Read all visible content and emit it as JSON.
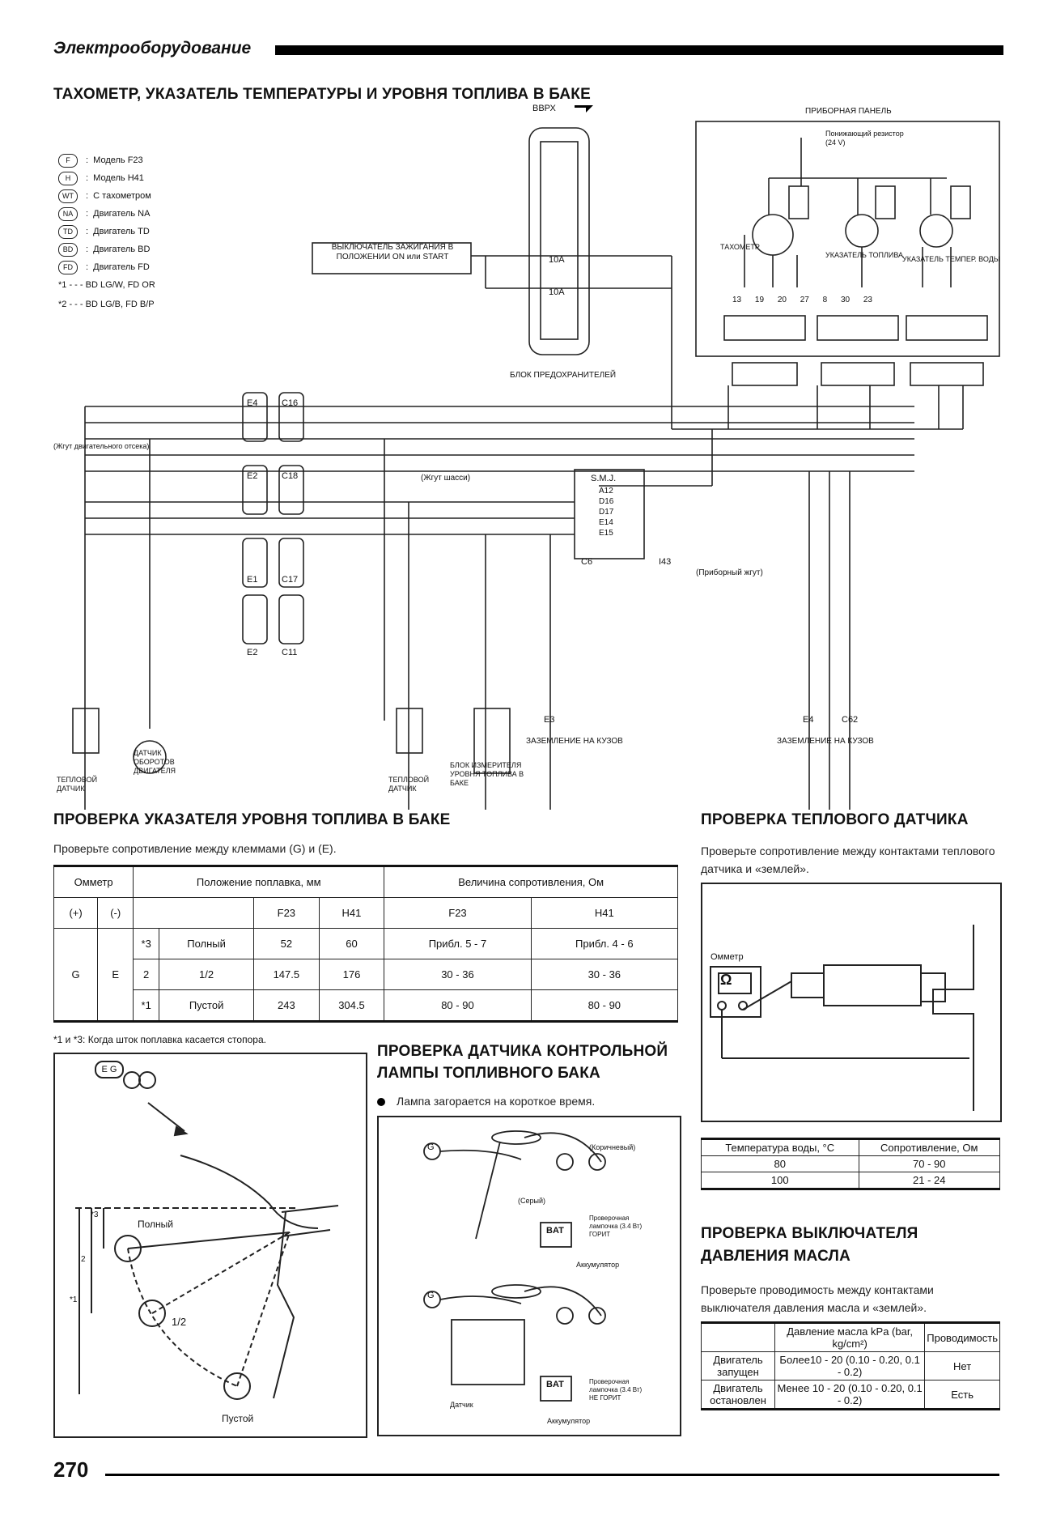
{
  "header": {
    "section": "Электрооборудование"
  },
  "diagram": {
    "title": "ТАХОМЕТР, УКАЗАТЕЛЬ ТЕМПЕРАТУРЫ И УРОВНЯ ТОПЛИВА В БАКЕ",
    "legend": [
      {
        "sym": "F",
        "text": "Модель F23"
      },
      {
        "sym": "H",
        "text": "Модель H41"
      },
      {
        "sym": "WT",
        "text": "С тахометром"
      },
      {
        "sym": "NA",
        "text": "Двигатель NA"
      },
      {
        "sym": "TD",
        "text": "Двигатель TD"
      },
      {
        "sym": "BD",
        "text": "Двигатель BD"
      },
      {
        "sym": "FD",
        "text": "Двигатель FD"
      }
    ],
    "legend_star1": "*1 - - -   BD  LG/W,  FD  OR",
    "legend_star2": "*2 - - -   BD  LG/B,  FD  B/P",
    "ignition_label": "ВЫКЛЮЧАТЕЛЬ ЗАЖИГАНИЯ В ПОЛОЖЕНИИ ON или START",
    "fuse_block": "БЛОК ПРЕДОХРАНИТЕЛЕЙ",
    "fuse1": "10А",
    "fuse2": "10А",
    "vvrkh": "ВВРХ",
    "instrument_panel": "ПРИБОРНАЯ ПАНЕЛЬ",
    "resistor": "Понижающий резистор (24 V)",
    "tacho": "ТАХОМЕТР",
    "fuel_gauge": "УКАЗАТЕЛЬ ТОПЛИВА",
    "temp_gauge": "УКАЗАТЕЛЬ ТЕМПЕР. ВОДЫ",
    "engine_harness": "(Жгут двигательного отсека)",
    "chassis_harness": "(Жгут шасси)",
    "instrument_harness": "(Приборный жгут)",
    "smj": "S.M.J.",
    "smj_pins": [
      "A12",
      "D16",
      "D17",
      "E14",
      "E15"
    ],
    "connectors": [
      "E4",
      "C16",
      "E2",
      "C18",
      "E1",
      "C17",
      "E2",
      "C11",
      "C6",
      "I43"
    ],
    "ground1": "ЗАЗЕМЛЕНИЕ НА КУЗОВ",
    "ground2": "ЗАЗЕМЛЕНИЕ НА КУЗОВ",
    "ground_conn1": "E3",
    "ground_conn2a": "E4",
    "ground_conn2b": "C62",
    "thermal_sensor1": "ТЕПЛОВОЙ ДАТЧИК",
    "rpm_sensor": "ДАТЧИК ОБОРОТОВ ДВИГАТЕЛЯ",
    "thermal_sensor2": "ТЕПЛОВОЙ ДАТЧИК",
    "fuel_unit": "БЛОК ИЗМЕРИТЕЛЯ УРОВНЯ ТОПЛИВА В БАКЕ",
    "pins_panel": [
      "13",
      "19",
      "20",
      "27",
      "8",
      "30",
      "23"
    ]
  },
  "fuel_check": {
    "title": "ПРОВЕРКА УКАЗАТЕЛЯ УРОВНЯ ТОПЛИВА В БАКЕ",
    "intro": "Проверьте сопротивление между клеммами (G) и (E).",
    "col_ohmmeter": "Омметр",
    "col_plus": "(+)",
    "col_minus": "(-)",
    "col_float": "Положение поплавка, мм",
    "col_resist": "Величина сопротивления, Ом",
    "col_f23a": "F23",
    "col_h41a": "H41",
    "col_f23b": "F23",
    "col_h41b": "H41",
    "plus_val": "G",
    "minus_val": "E",
    "rows": [
      {
        "mark": "*3",
        "pos": "Полный",
        "f23": "52",
        "h41": "60",
        "rf23": "Прибл. 5 - 7",
        "rh41": "Прибл. 4 - 6"
      },
      {
        "mark": "2",
        "pos": "1/2",
        "f23": "147.5",
        "h41": "176",
        "rf23": "30 - 36",
        "rh41": "30 - 36"
      },
      {
        "mark": "*1",
        "pos": "Пустой",
        "f23": "243",
        "h41": "304.5",
        "rf23": "80 - 90",
        "rh41": "80 - 90"
      }
    ],
    "footnote": "*1 и *3: Когда шток поплавка касается стопора.",
    "fig_eg": "E G",
    "fig_full": "Полный",
    "fig_half": "1/2",
    "fig_empty": "Пустой",
    "fig_star3": "*3",
    "fig_2": "2",
    "fig_star1": "*1"
  },
  "lamp_check": {
    "title": "ПРОВЕРКА ДАТЧИКА КОНТРОЛЬНОЙ ЛАМПЫ ТОПЛИВНОГО БАКА",
    "bullet": "Лампа загорается на короткое время.",
    "lbl_g1": "G",
    "lbl_g2": "G",
    "brown": "(Коричневый)",
    "gray": "(Серый)",
    "lamp_on": "Проверочная лампочка (3.4 Вт) ГОРИТ",
    "lamp_off": "Проверочная лампочка (3.4 Вт) НЕ ГОРИТ",
    "battery1": "Аккумулятор",
    "battery2": "Аккумулятор",
    "sensor": "Датчик",
    "bat_label": "BAT"
  },
  "thermal_check": {
    "title": "ПРОВЕРКА ТЕПЛОВОГО ДАТЧИКА",
    "intro": "Проверьте сопротивление между контактами теплового датчика и «землей».",
    "ohmmeter": "Омметр",
    "ohm_symbol": "Ω",
    "col_temp": "Температура воды, °C",
    "col_res": "Сопротивление, Ом",
    "rows": [
      {
        "temp": "80",
        "res": "70 - 90"
      },
      {
        "temp": "100",
        "res": "21 - 24"
      }
    ]
  },
  "oil_check": {
    "title": "ПРОВЕРКА ВЫКЛЮЧАТЕЛЯ ДАВЛЕНИЯ МАСЛА",
    "intro": "Проверьте проводимость между контактами выключателя давления масла и «землей».",
    "col_pressure": "Давление масла kPa (bar, kg/cm²)",
    "col_cond": "Проводимость",
    "rows": [
      {
        "state": "Двигатель запущен",
        "pressure": "Более10 - 20 (0.10 - 0.20, 0.1 - 0.2)",
        "cond": "Нет"
      },
      {
        "state": "Двигатель остановлен",
        "pressure": "Менее 10 - 20 (0.10 - 0.20, 0.1 - 0.2)",
        "cond": "Есть"
      }
    ]
  },
  "footer": {
    "page": "270"
  }
}
